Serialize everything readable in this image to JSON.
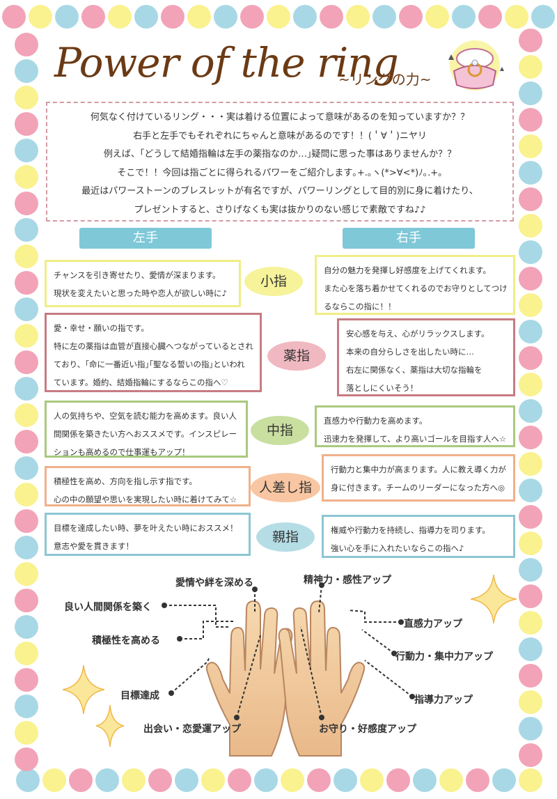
{
  "title": "Power of the ring",
  "subtitle": "~リングの力~",
  "intro": [
    "何気なく付けているリング・・・実は着ける位置によって意味があるのを知っていますか？？",
    "右手と左手でもそれぞれにちゃんと意味があるのです！！(＇∀＇)ニヤリ",
    "例えば、｢どうして結婚指輪は左手の薬指なのか…｣疑問に思った事はありませんか？？",
    "そこで！！今回は指ごとに得られるパワーをご紹介します｡+.｡ヽ(*>∀<*)ﾉ｡.+｡",
    "最近はパワーストーンのブレスレットが有名ですが、パワーリングとして目的別に身に着けたり、",
    "プレゼントすると、さりげなくも実は抜かりのない感じで素敵ですね♪♪"
  ],
  "left_hand_label": "左手",
  "right_hand_label": "右手",
  "fingers": [
    {
      "name": "小指",
      "color": "#f6f39a",
      "border": "#f0ee86",
      "left": [
        "チャンスを引き寄せたり、愛情が深まります。",
        "現状を変えたいと思った時や恋人が欲しい時に♪"
      ],
      "right": [
        "自分の魅力を発揮し好感度を上げてくれます。",
        "また心を落ち着かせてくれるのでお守りとしてつけ",
        "るならこの指に！！"
      ]
    },
    {
      "name": "薬指",
      "color": "#f0b8c0",
      "border": "#c77b83",
      "left": [
        "愛・幸せ・願いの指です。",
        "特に左の薬指は血管が直接心臓へつながっているとされ",
        "ており、｢命に一番近い指｣｢聖なる誓いの指｣といわれ",
        "ています。婚約、結婚指輪にするならこの指へ♡"
      ],
      "right": [
        "安心感を与え、心がリラックスします。",
        "本来の自分らしさを出したい時に…",
        "右左に関係なく、薬指は大切な指輪を",
        "落としにくいそう！"
      ]
    },
    {
      "name": "中指",
      "color": "#c9dfa0",
      "border": "#a9c97d",
      "left": [
        "人の気持ちや、空気を読む能力を高めます。良い人",
        "間関係を築きたい方へおススメです。インスピレー",
        "ションも高めるので仕事運もアップ！"
      ],
      "right": [
        "直感力や行動力を高めます。",
        "迅速力を発揮して、より高いゴールを目指す人へ☆"
      ]
    },
    {
      "name": "人差し指",
      "color": "#f8c6a2",
      "border": "#f0b08a",
      "left": [
        "積極性を高め、方向を指し示す指です。",
        "心の中の願望や思いを実現したい時に着けてみて☆"
      ],
      "right": [
        "行動力と集中力が高まります。人に教え導く力が",
        "身に付きます。チームのリーダーになった方へ◎"
      ]
    },
    {
      "name": "親指",
      "color": "#b5dde6",
      "border": "#8cc6d3",
      "left": [
        "目標を達成したい時、夢を叶えたい時におススメ！",
        "意志や愛を貫きます！"
      ],
      "right": [
        "権威や行動力を持続し、指導力を司ります。",
        "強い心を手に入れたいならこの指へ♪"
      ]
    }
  ],
  "annotations_left": [
    "愛情や絆を深める",
    "良い人間関係を築く",
    "積極性を高める",
    "目標達成",
    "出会い・恋愛運アップ"
  ],
  "annotations_right": [
    "精神力・感性アップ",
    "直感力アップ",
    "行動力・集中力アップ",
    "指導力アップ",
    "お守り・好感度アップ"
  ],
  "colors": {
    "dot_pink": "#f2a3b8",
    "dot_yellow": "#f9f28e",
    "dot_blue": "#a8d8e6",
    "title": "#6b3a14",
    "label_bg": "#7ec8d8"
  }
}
